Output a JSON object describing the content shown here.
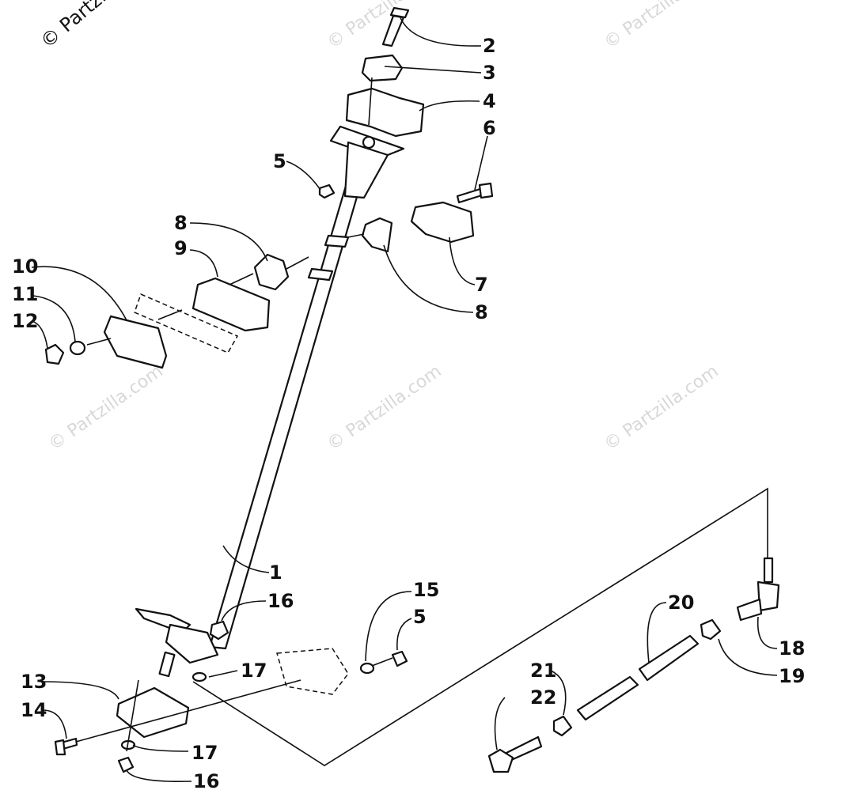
{
  "watermarks": {
    "corner": "© Partzilla.com",
    "tile": "© Partzilla.com"
  },
  "callouts": [
    {
      "id": "c2",
      "label": "2"
    },
    {
      "id": "c3",
      "label": "3"
    },
    {
      "id": "c4",
      "label": "4"
    },
    {
      "id": "c6",
      "label": "6"
    },
    {
      "id": "c5a",
      "label": "5"
    },
    {
      "id": "c8a",
      "label": "8"
    },
    {
      "id": "c9",
      "label": "9"
    },
    {
      "id": "c7",
      "label": "7"
    },
    {
      "id": "c10",
      "label": "10"
    },
    {
      "id": "c11",
      "label": "11"
    },
    {
      "id": "c8b",
      "label": "8"
    },
    {
      "id": "c12",
      "label": "12"
    },
    {
      "id": "c1",
      "label": "1"
    },
    {
      "id": "c15",
      "label": "15"
    },
    {
      "id": "c16a",
      "label": "16"
    },
    {
      "id": "c5b",
      "label": "5"
    },
    {
      "id": "c20",
      "label": "20"
    },
    {
      "id": "c18",
      "label": "18"
    },
    {
      "id": "c17a",
      "label": "17"
    },
    {
      "id": "c19",
      "label": "19"
    },
    {
      "id": "c13",
      "label": "13"
    },
    {
      "id": "c21",
      "label": "21"
    },
    {
      "id": "c22",
      "label": "22"
    },
    {
      "id": "c14",
      "label": "14"
    },
    {
      "id": "c17b",
      "label": "17"
    },
    {
      "id": "c16b",
      "label": "16"
    }
  ]
}
